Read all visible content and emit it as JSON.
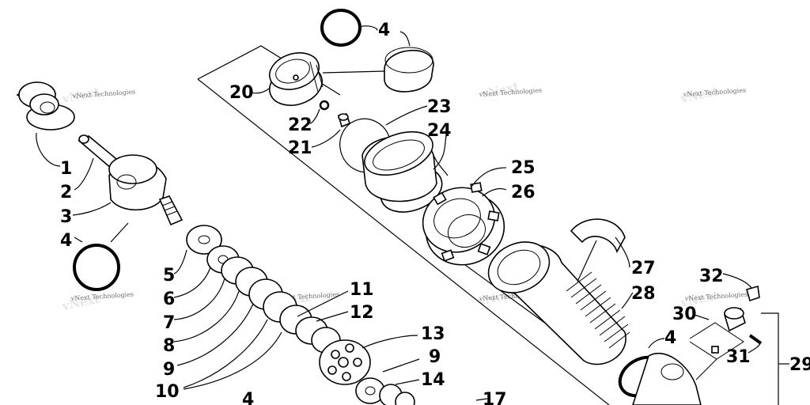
{
  "callouts": [
    {
      "id": "c1",
      "text": "1"
    },
    {
      "id": "c2",
      "text": "2"
    },
    {
      "id": "c3",
      "text": "3"
    },
    {
      "id": "c4a",
      "text": "4"
    },
    {
      "id": "c4b",
      "text": "4"
    },
    {
      "id": "c4c",
      "text": "4"
    },
    {
      "id": "c4d",
      "text": "4"
    },
    {
      "id": "c5",
      "text": "5"
    },
    {
      "id": "c6",
      "text": "6"
    },
    {
      "id": "c7",
      "text": "7"
    },
    {
      "id": "c8",
      "text": "8"
    },
    {
      "id": "c9a",
      "text": "9"
    },
    {
      "id": "c9b",
      "text": "9"
    },
    {
      "id": "c10",
      "text": "10"
    },
    {
      "id": "c11",
      "text": "11"
    },
    {
      "id": "c12",
      "text": "12"
    },
    {
      "id": "c13",
      "text": "13"
    },
    {
      "id": "c14",
      "text": "14"
    },
    {
      "id": "c17",
      "text": "17"
    },
    {
      "id": "c20",
      "text": "20"
    },
    {
      "id": "c21",
      "text": "21"
    },
    {
      "id": "c22",
      "text": "22"
    },
    {
      "id": "c23",
      "text": "23"
    },
    {
      "id": "c24",
      "text": "24"
    },
    {
      "id": "c25",
      "text": "25"
    },
    {
      "id": "c26",
      "text": "26"
    },
    {
      "id": "c27",
      "text": "27"
    },
    {
      "id": "c28",
      "text": "28"
    },
    {
      "id": "c29",
      "text": "29"
    },
    {
      "id": "c30",
      "text": "30"
    },
    {
      "id": "c31",
      "text": "31"
    },
    {
      "id": "c32",
      "text": "32"
    }
  ],
  "watermark": {
    "text": "vNext Technologies"
  }
}
